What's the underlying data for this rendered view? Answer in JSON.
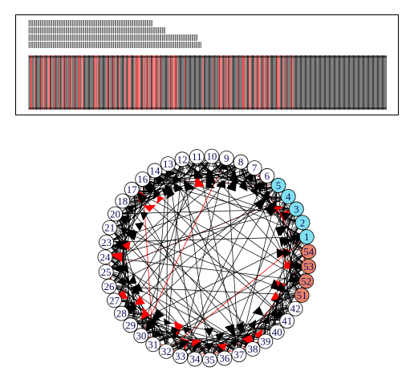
{
  "figure": {
    "panel_header_text": "",
    "colors": {
      "edge_black": "#000000",
      "edge_red": "#ff0000",
      "node_default": "#ffffff",
      "node_cyan": "#7fe0f0",
      "node_salmon": "#e8826a",
      "label_color": "#10105a"
    }
  },
  "graph": {
    "nodes": [
      {
        "id": "1",
        "group": "cyan"
      },
      {
        "id": "2",
        "group": "cyan"
      },
      {
        "id": "3",
        "group": "cyan"
      },
      {
        "id": "4",
        "group": "cyan"
      },
      {
        "id": "5",
        "group": "cyan"
      },
      {
        "id": "6"
      },
      {
        "id": "7"
      },
      {
        "id": "8"
      },
      {
        "id": "9"
      },
      {
        "id": "10"
      },
      {
        "id": "11"
      },
      {
        "id": "12"
      },
      {
        "id": "13"
      },
      {
        "id": "14"
      },
      {
        "id": "16"
      },
      {
        "id": "17"
      },
      {
        "id": "18"
      },
      {
        "id": "20"
      },
      {
        "id": "21"
      },
      {
        "id": "23"
      },
      {
        "id": "24"
      },
      {
        "id": "25"
      },
      {
        "id": "26"
      },
      {
        "id": "27"
      },
      {
        "id": "28"
      },
      {
        "id": "29"
      },
      {
        "id": "30"
      },
      {
        "id": "31"
      },
      {
        "id": "32"
      },
      {
        "id": "33"
      },
      {
        "id": "34"
      },
      {
        "id": "35"
      },
      {
        "id": "36"
      },
      {
        "id": "37"
      },
      {
        "id": "38"
      },
      {
        "id": "39"
      },
      {
        "id": "40"
      },
      {
        "id": "41"
      },
      {
        "id": "42"
      },
      {
        "id": "51",
        "group": "salmon"
      },
      {
        "id": "52",
        "group": "salmon"
      },
      {
        "id": "53",
        "group": "salmon"
      },
      {
        "id": "54",
        "group": "salmon"
      }
    ]
  }
}
